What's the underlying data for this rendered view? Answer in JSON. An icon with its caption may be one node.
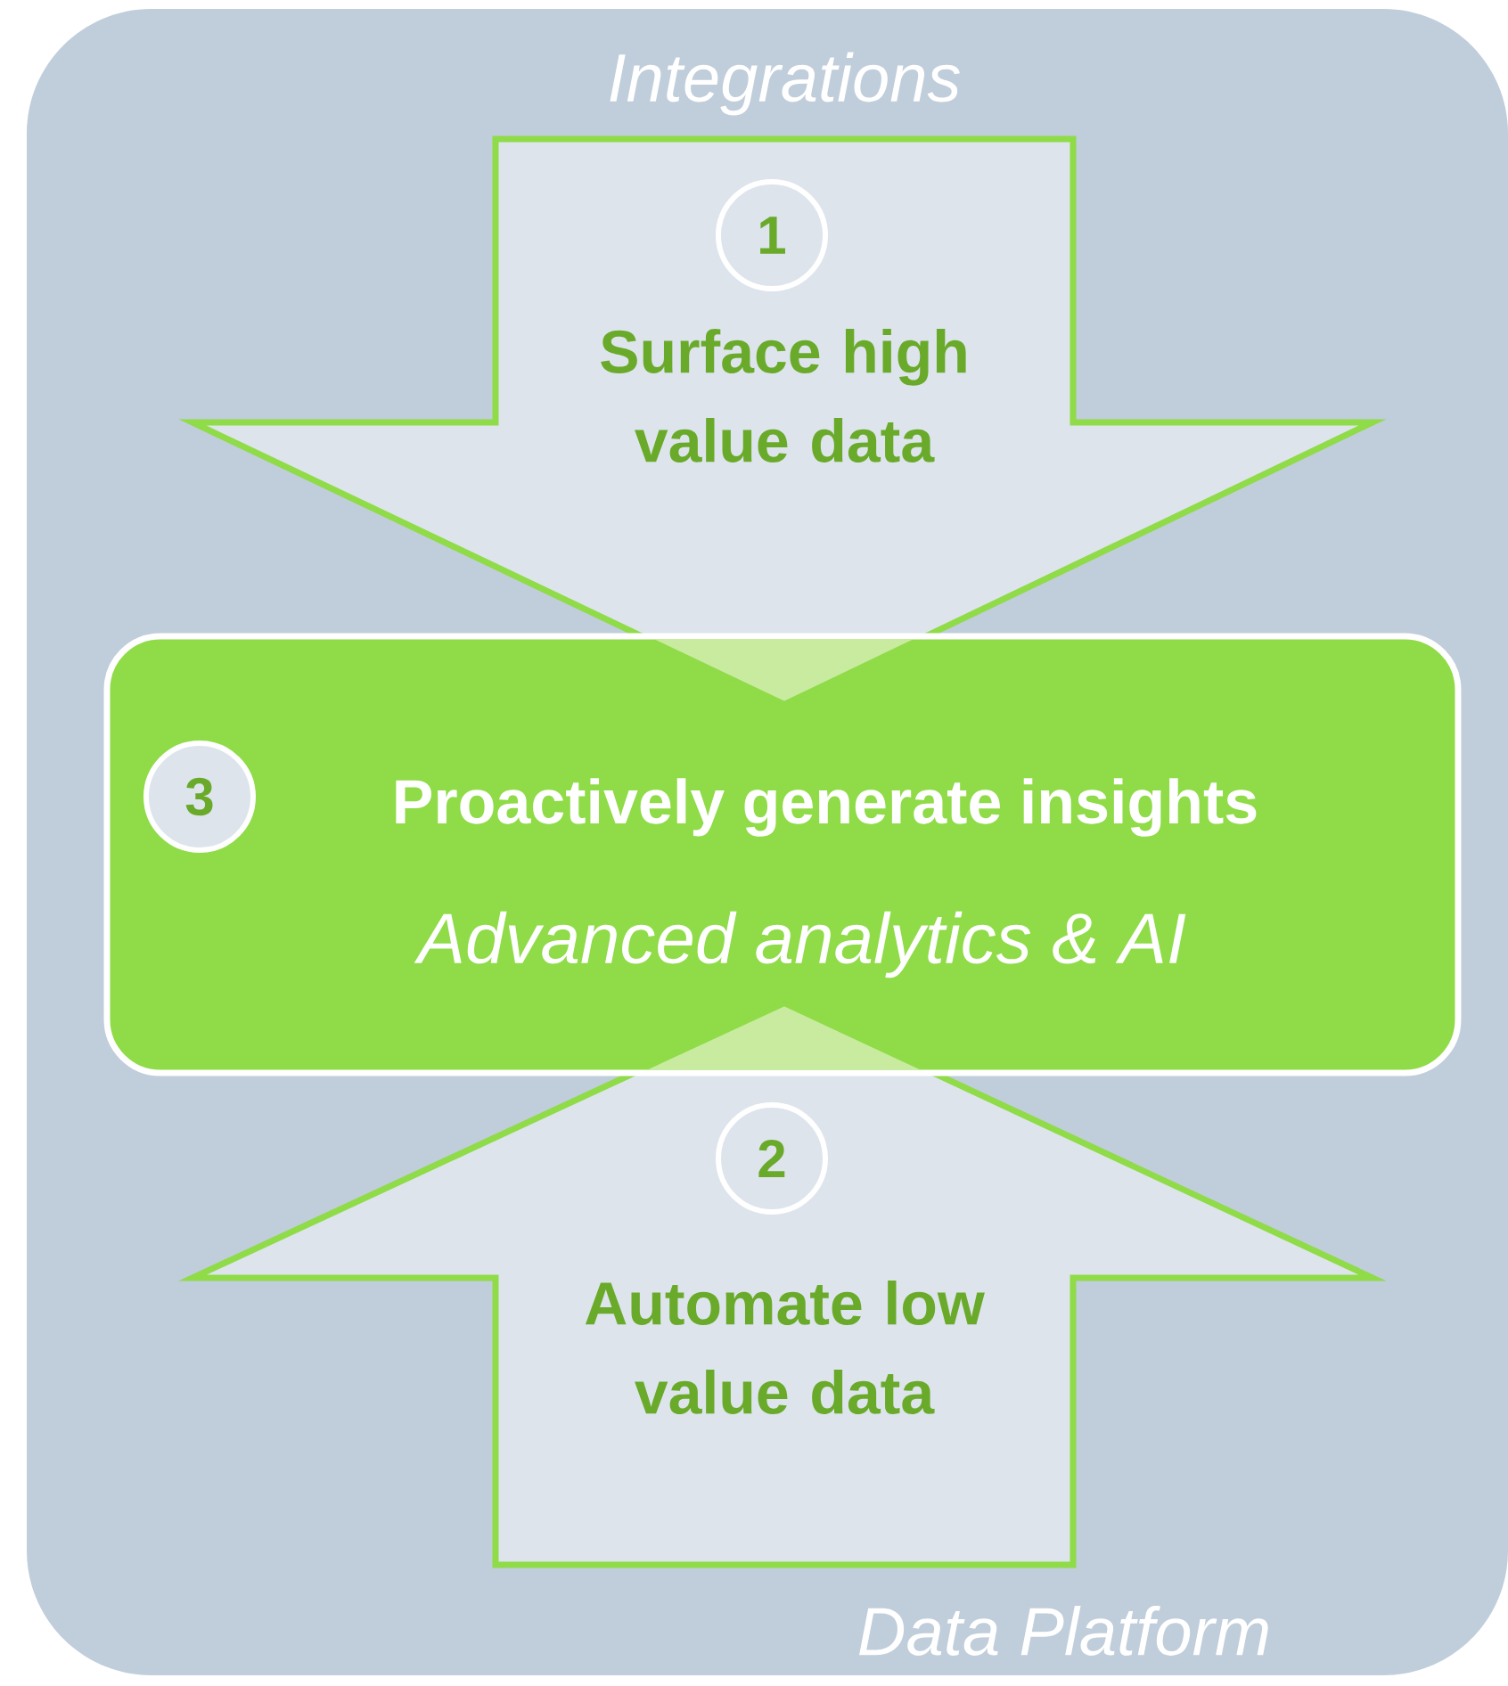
{
  "diagram": {
    "nodes": [
      {
        "text": [
          "Integrations",
          "Data Platform"
        ]
      },
      {
        "text": [
          "1",
          "Surface high value data"
        ],
        "in": 0
      },
      {
        "text": [
          "3",
          "Proactively generate insights",
          "Advanced analytics & AI"
        ],
        "in": 0
      },
      {
        "text": [
          "2",
          "Automate low value data"
        ],
        "in": 0
      }
    ]
  }
}
